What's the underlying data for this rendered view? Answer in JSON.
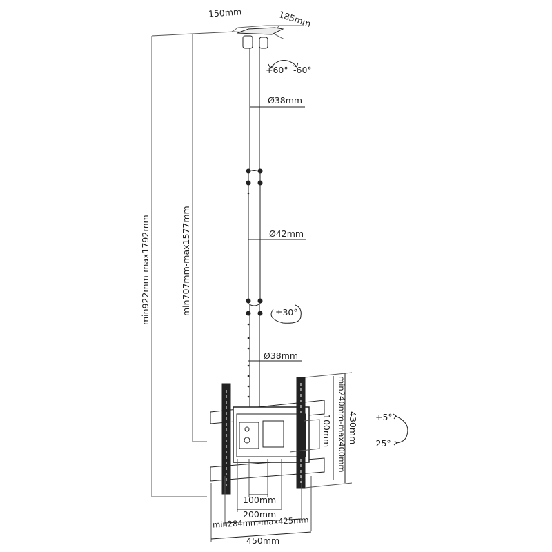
{
  "diagram": {
    "subject": "Ceiling TV mount with telescopic pole",
    "top_plate": {
      "width_label": "150mm",
      "depth_label": "185mm"
    },
    "swivel": {
      "plus_label": "+60°",
      "minus_label": "-60°"
    },
    "pole_sections": [
      {
        "diameter_label": "Ø38mm"
      },
      {
        "diameter_label": "Ø42mm"
      },
      {
        "diameter_label": "Ø38mm"
      }
    ],
    "rotation_label": "±30°",
    "tilt": {
      "up_label": "+5°",
      "down_label": "-25°"
    },
    "overall_height_label": "min922mm-max1792mm",
    "pole_height_label": "min707mm-max1577mm",
    "plate": {
      "height_label": "430mm",
      "rail_range_label": "min240mm-max400mm",
      "vesa_v_label": "100mm",
      "vesa_h_100_label": "100mm",
      "vesa_h_200_label": "200mm",
      "arm_range_label": "min284mm-max425mm",
      "width_label": "450mm"
    }
  }
}
